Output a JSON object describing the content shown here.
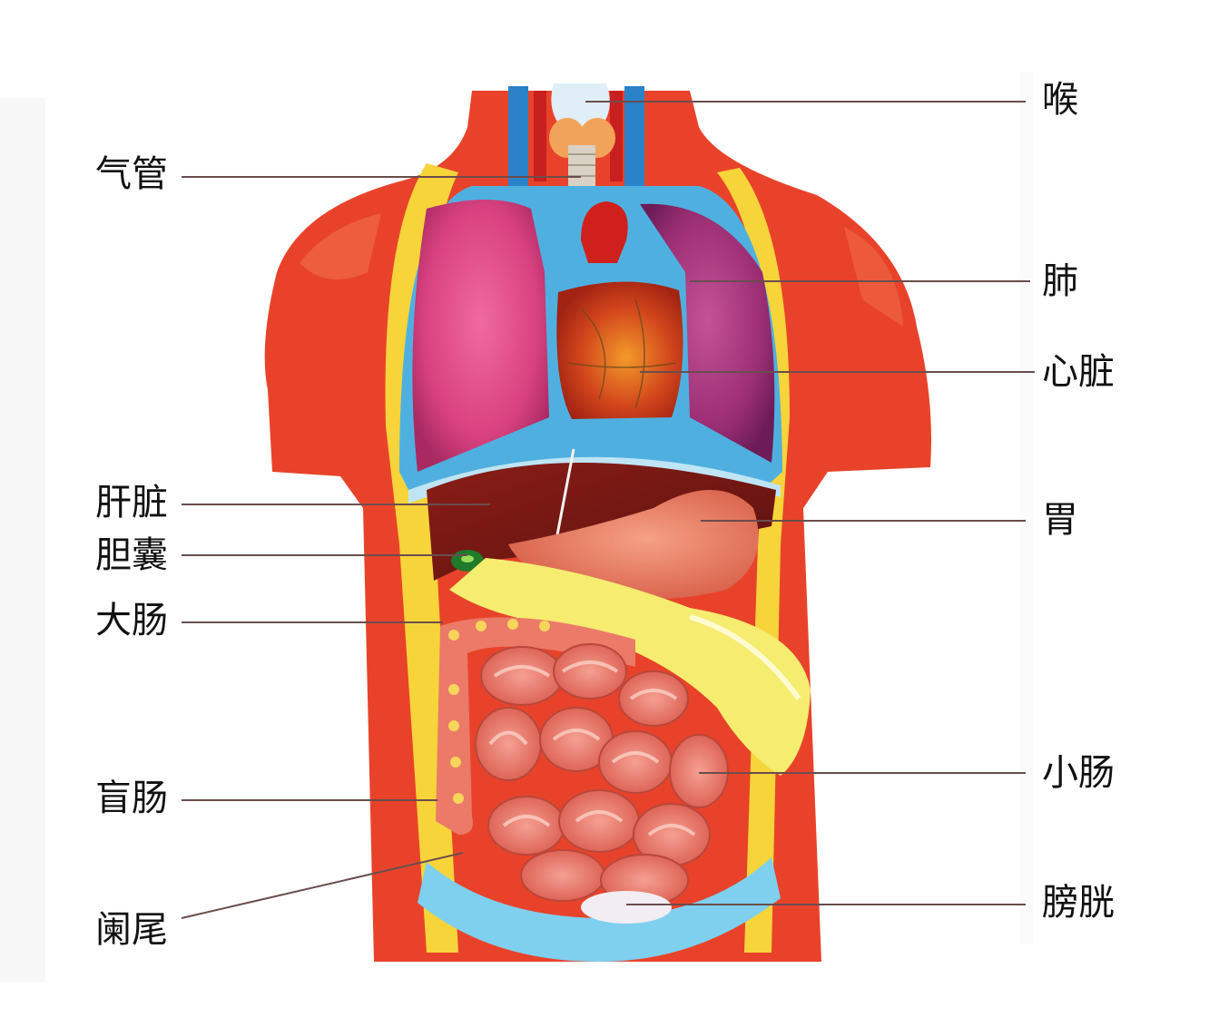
{
  "diagram": {
    "labels_left": [
      {
        "id": "trachea",
        "text": "气管"
      },
      {
        "id": "liver",
        "text": "肝脏"
      },
      {
        "id": "gallbladder",
        "text": "胆囊"
      },
      {
        "id": "large-intestine",
        "text": "大肠"
      },
      {
        "id": "cecum",
        "text": "盲肠"
      },
      {
        "id": "appendix",
        "text": "阑尾"
      }
    ],
    "labels_right": [
      {
        "id": "larynx",
        "text": "喉"
      },
      {
        "id": "lung",
        "text": "肺"
      },
      {
        "id": "heart",
        "text": "心脏"
      },
      {
        "id": "stomach",
        "text": "胃"
      },
      {
        "id": "small-intestine",
        "text": "小肠"
      },
      {
        "id": "bladder",
        "text": "膀胱"
      }
    ]
  }
}
